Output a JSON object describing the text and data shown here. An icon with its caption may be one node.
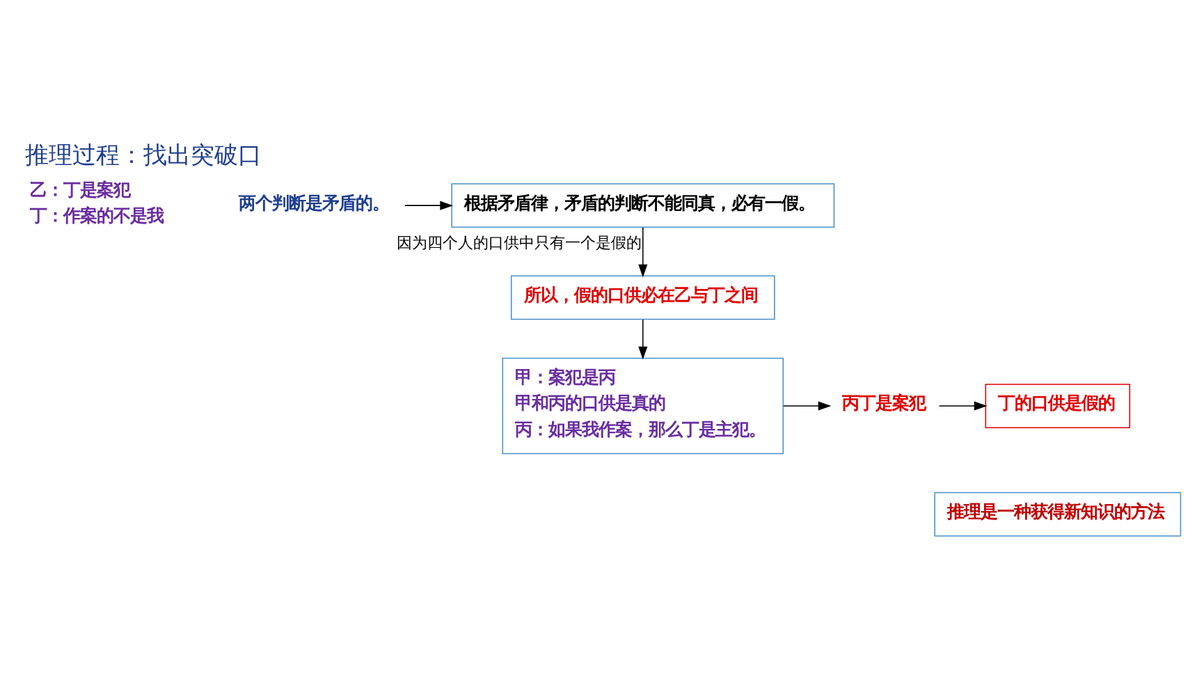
{
  "diagram": {
    "title": "推理过程：找出突破口",
    "nodes": [
      {
        "text": [
          "两个判断是矛盾的。"
        ]
      },
      {
        "text": [
          "根据矛盾律，矛盾的判断不能同真，必有一假。"
        ]
      },
      {
        "text": [
          "所以，假的口供必在乙与丁之间"
        ]
      },
      {
        "text": [
          "甲：案犯是丙",
          "甲和丙的口供是真的",
          "丙：如果我作案，那么丁是主犯。"
        ]
      },
      {
        "text": [
          "丙丁是案犯"
        ]
      },
      {
        "text": [
          "丁的口供是假的"
        ]
      },
      {
        "text": [
          "推理是一种获得新知识的方法"
        ]
      }
    ],
    "edges": [
      {
        "from": 0,
        "to": 1,
        "arrow": "to"
      },
      {
        "from": 1,
        "to": 2,
        "arrow": "to",
        "label": "因为四个人的口供中只有一个是假的"
      },
      {
        "from": 2,
        "to": 3,
        "arrow": "to"
      },
      {
        "from": 3,
        "to": 4,
        "arrow": "to"
      },
      {
        "from": 4,
        "to": 5,
        "arrow": "to"
      }
    ],
    "labels": [
      "乙：丁是案犯",
      "丁：作案的不是我"
    ]
  }
}
